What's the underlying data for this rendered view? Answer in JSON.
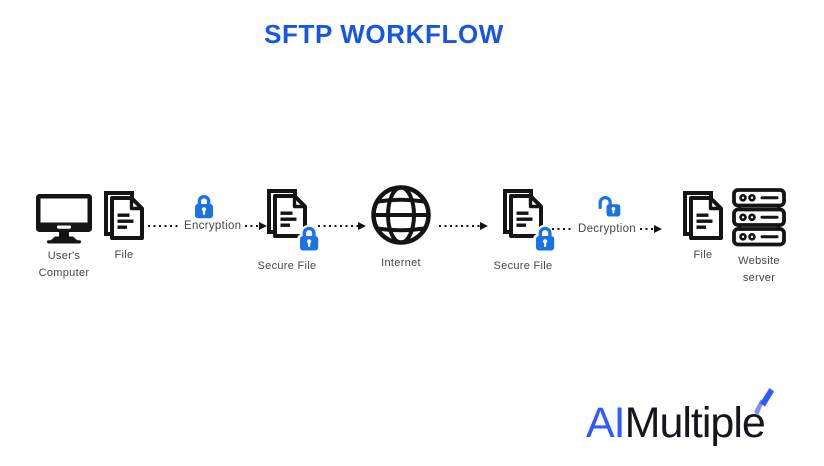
{
  "title": "SFTP WORKFLOW",
  "nodes": [
    {
      "label": "User's Computer",
      "icon": "monitor-icon"
    },
    {
      "label": "File",
      "icon": "document-icon"
    },
    {
      "label": "Secure File",
      "icon": "secure-document-icon"
    },
    {
      "label": "Internet",
      "icon": "globe-icon"
    },
    {
      "label": "Secure File",
      "icon": "secure-document-icon"
    },
    {
      "label": "File",
      "icon": "document-icon"
    },
    {
      "label": "Website server",
      "icon": "server-icon"
    }
  ],
  "connectors": [
    {
      "label": "Encryption",
      "icon": "lock-closed-icon"
    },
    {
      "label": ""
    },
    {
      "label": ""
    },
    {
      "label": "Decryption",
      "icon": "lock-open-icon"
    }
  ],
  "logo": {
    "prefix": "AI",
    "suffix": "Multiple"
  },
  "colors": {
    "accent_blue": "#1556e8",
    "lock_blue": "#1a72e8",
    "icon_black": "#141414",
    "label_gray": "#464646",
    "logo_blue": "#2e5bff",
    "logo_dark": "#15151e"
  }
}
